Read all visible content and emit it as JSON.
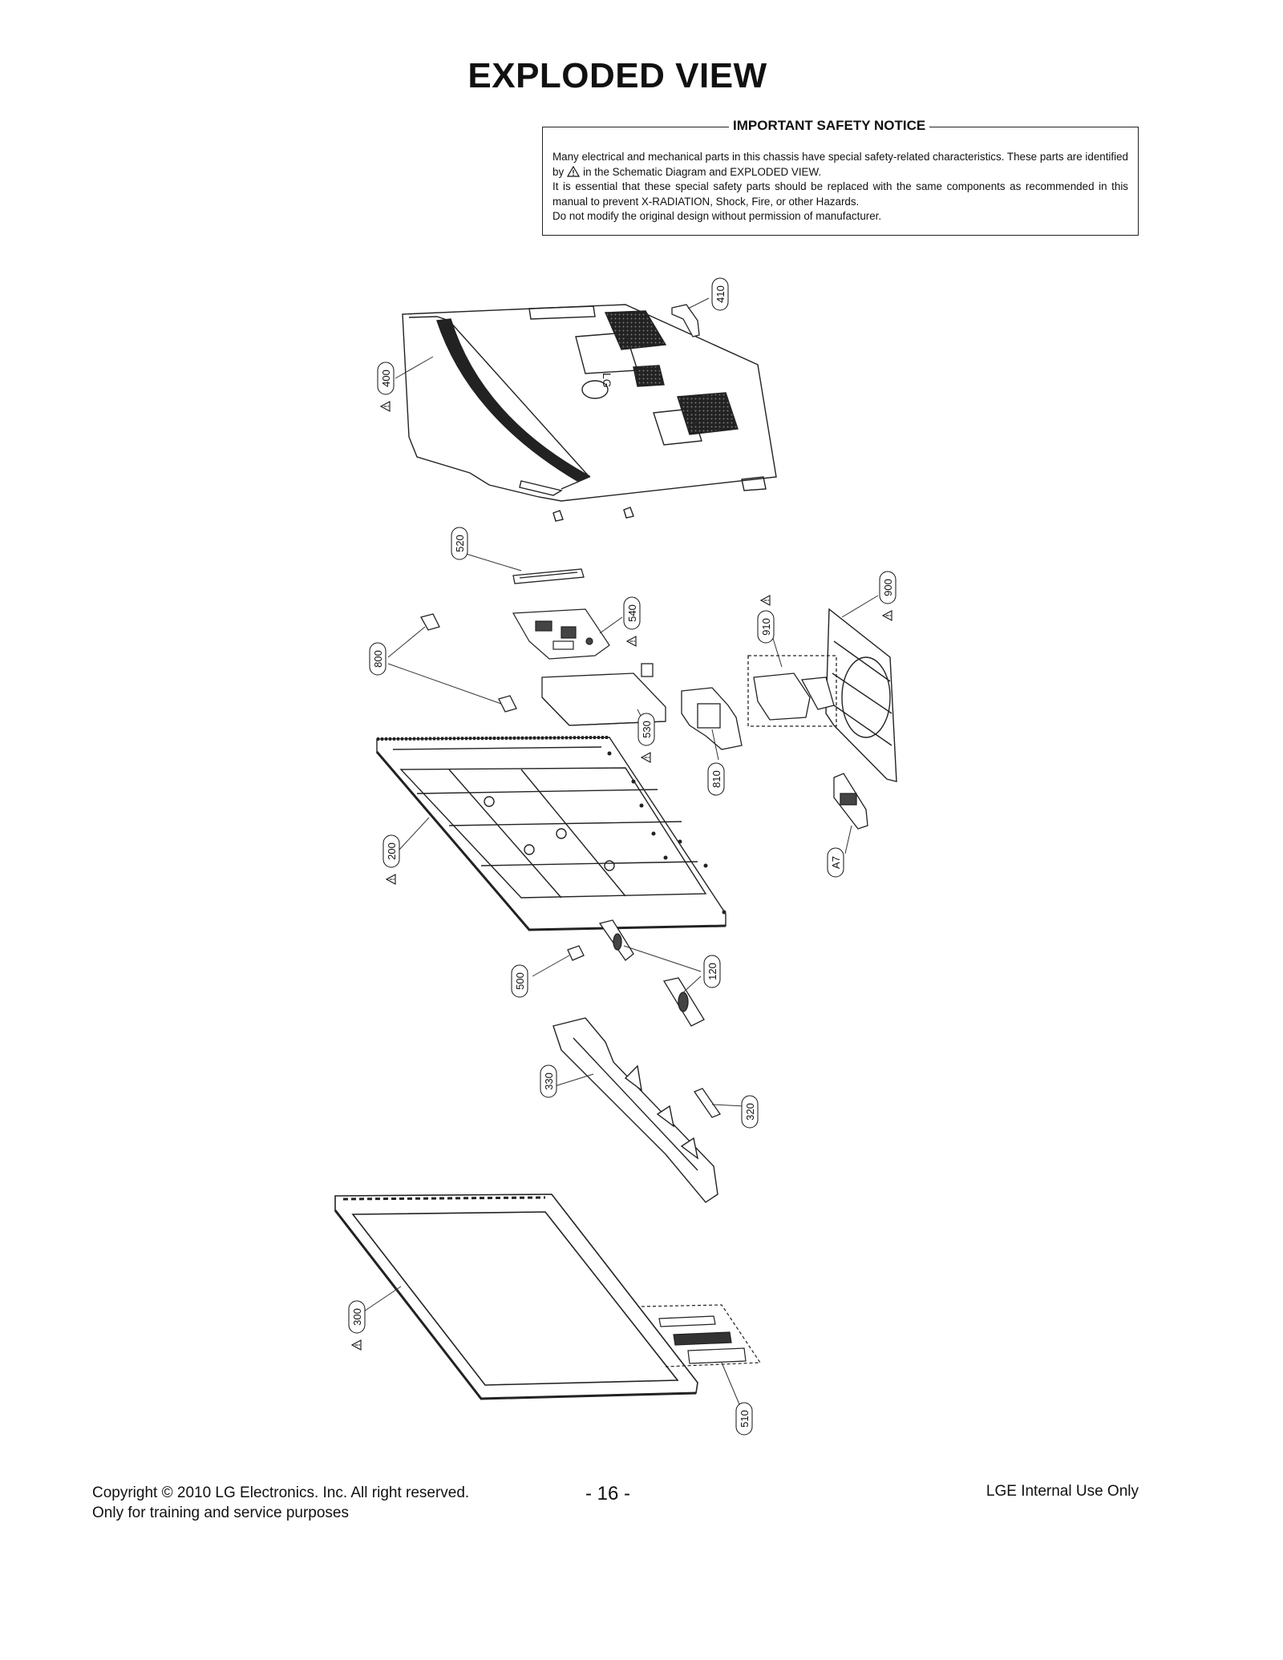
{
  "page": {
    "title": "EXPLODED VIEW"
  },
  "notice": {
    "title": "IMPORTANT SAFETY NOTICE",
    "line1": "Many electrical and mechanical parts in this chassis have special safety-related characteristics. These parts are identified by",
    "line1b": "in the Schematic Diagram and EXPLODED VIEW.",
    "line2": "It is essential that these special safety parts should be replaced with the same components as recommended in this manual to prevent X-RADIATION, Shock, Fire, or other Hazards.",
    "line3": "Do not modify the original design without permission of manufacturer."
  },
  "callouts": {
    "c410": "410",
    "c400": "400",
    "c520": "520",
    "c540": "540",
    "c800": "800",
    "c910": "910",
    "c900": "900",
    "c530": "530",
    "c810": "810",
    "c200": "200",
    "cA7": "A7",
    "c500": "500",
    "c120": "120",
    "c330": "330",
    "c320": "320",
    "c300": "300",
    "c510": "510"
  },
  "footer": {
    "copyright": "Copyright © 2010 LG Electronics. Inc. All right reserved.",
    "purpose": "Only for training and service purposes",
    "page_number": "- 16 -",
    "internal": "LGE Internal Use Only"
  },
  "colors": {
    "ink": "#111111",
    "grille": "#222222",
    "line": "#333333"
  },
  "icons": [
    "warning-triangle-icon"
  ]
}
